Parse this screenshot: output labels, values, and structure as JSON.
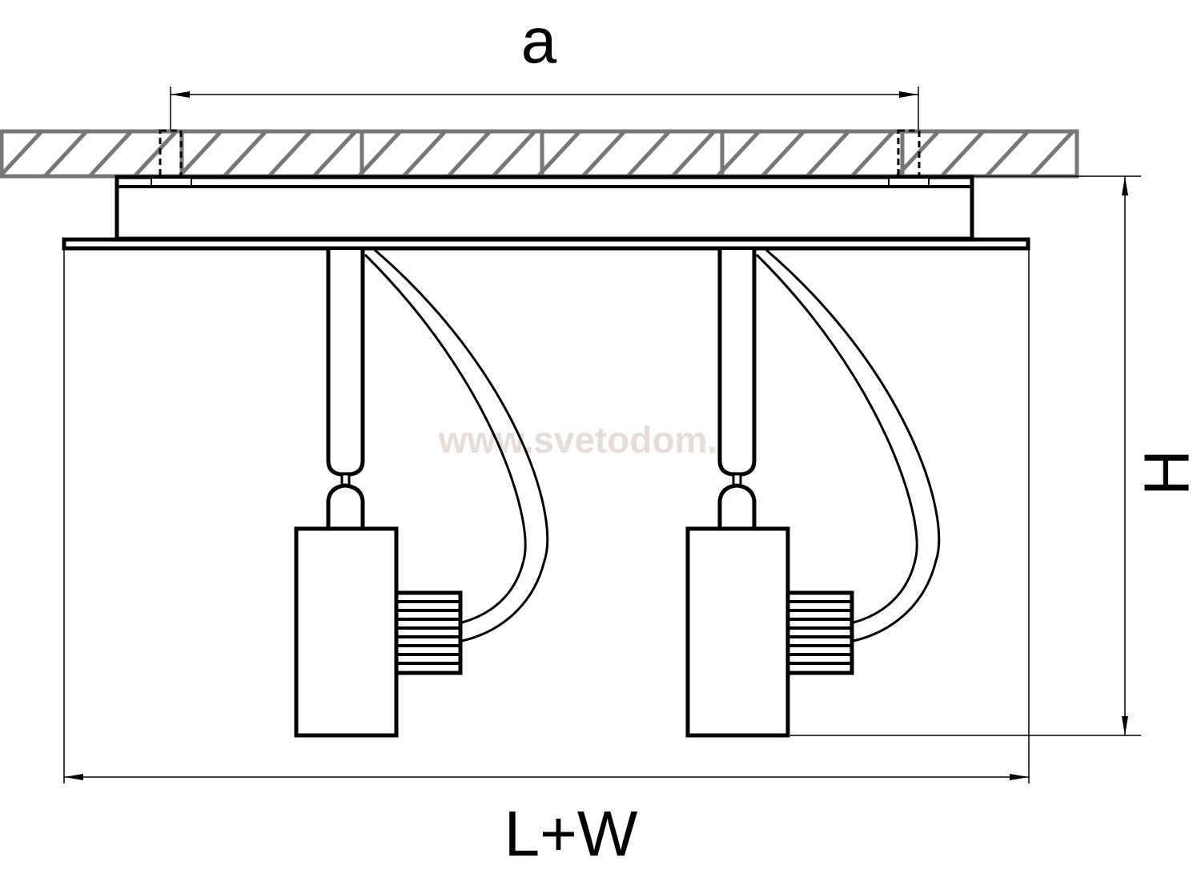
{
  "diagram": {
    "dimensions": {
      "mount_spacing": "a",
      "overall_length": "L+W",
      "height": "H"
    },
    "watermark": "www.svetodom.ru",
    "colors": {
      "line": "#000000",
      "ceiling": "#777777",
      "watermark": "#e6dcd8"
    },
    "fixture_count": 2
  }
}
